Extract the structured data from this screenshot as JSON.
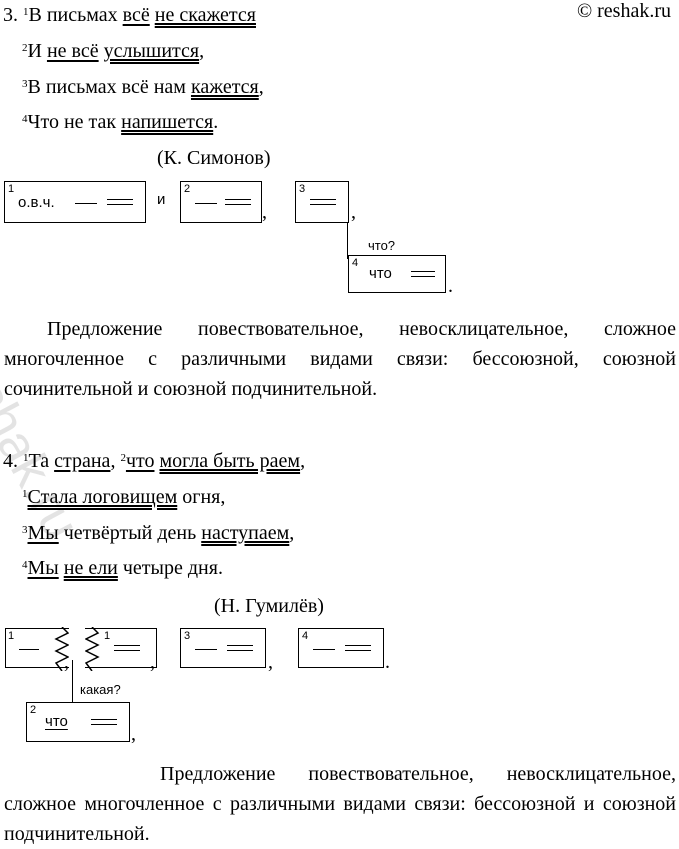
{
  "header": {
    "site": "© reshak.ru"
  },
  "task3": {
    "num": "3.",
    "l1": {
      "n": "1",
      "a": "В письмах ",
      "b": "всё",
      "c": " ",
      "d": "не скажется"
    },
    "l2": {
      "n": "2",
      "a": "И ",
      "b": "не всё",
      "c": " ",
      "d": "услышится",
      "e": ","
    },
    "l3": {
      "n": "3",
      "a": "В письмах всё нам ",
      "b": "кажется",
      "c": ","
    },
    "l4": {
      "n": "4",
      "a": "Что не так ",
      "b": "напишется",
      "c": "."
    },
    "author": "(К. Симонов)",
    "scheme": {
      "b1_num": "1",
      "b1_text": "о.в.ч.",
      "conj": "и",
      "b2_num": "2",
      "comma1": ",",
      "b3_num": "3",
      "comma2": ",",
      "question": "что?",
      "b4_num": "4",
      "b4_text": "что",
      "period": "."
    },
    "description": "Предложение повествовательное, невосклицательное, сложное многочленное с различными видами связи: бессоюзной, союзной сочинительной и союзной подчинительной."
  },
  "task4": {
    "num": "4.",
    "l1": {
      "n1": "1",
      "a": "Та ",
      "b": "страна",
      "c": ", ",
      "n2": "2",
      "d": "что",
      "e": " ",
      "f": "могла быть раем",
      "g": ","
    },
    "l2": {
      "n": "1",
      "a": "Стала логовищем",
      "b": " огня,"
    },
    "l3": {
      "n": "3",
      "a": "Мы",
      "b": " четвёртый день ",
      "c": "наступаем",
      "d": ","
    },
    "l4": {
      "n": "4",
      "a": "Мы",
      "b": " ",
      "c": "не ели",
      "d": " четыре дня."
    },
    "author": "(Н. Гумилёв)",
    "scheme": {
      "b1_num": "1",
      "b1b_num": "1",
      "comma_a": ",",
      "comma_b": ",",
      "comma_c": ",",
      "b3_num": "3",
      "b4_num": "4",
      "period": ".",
      "question": "какая?",
      "b2_num": "2",
      "b2_text": "что",
      "comma_d": ","
    },
    "description": "Предложение повествовательное, невосклицательное, сложное многочленное с различными видами связи: бессоюзной и союзной подчинительной."
  }
}
